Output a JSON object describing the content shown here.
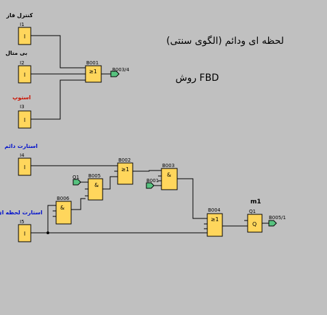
{
  "title": "لحظه ای ودائم (الگوی سنتی)",
  "method": "روش FBD",
  "colors": {
    "background": "#c0c0c0",
    "block": "#ffd65c",
    "connector": "#57c27f",
    "red_label": "#cc1100",
    "blue_label": "#0010cc"
  },
  "inputs": [
    {
      "id": "I1",
      "symbol": "I",
      "comment": "کنترل فاز"
    },
    {
      "id": "I2",
      "symbol": "I",
      "comment": "بی متال"
    },
    {
      "id": "I3",
      "symbol": "I",
      "comment": "استوپ"
    },
    {
      "id": "I4",
      "symbol": "I",
      "comment": "استارت دائم"
    },
    {
      "id": "I5",
      "symbol": "I",
      "comment": "استارت لحظه ای"
    }
  ],
  "blocks": {
    "b001": {
      "id": "B001",
      "symbol": "≥1",
      "output": "B003/4"
    },
    "b002": {
      "id": "B002",
      "symbol": "≥1"
    },
    "b003": {
      "id": "B003",
      "symbol": "&"
    },
    "b004": {
      "id": "B004",
      "symbol": "≥1"
    },
    "b005": {
      "id": "B005",
      "symbol": "&"
    },
    "b006": {
      "id": "B006",
      "symbol": "&"
    }
  },
  "connectors": {
    "q1": "Q1",
    "b001": "B001"
  },
  "output": {
    "name": "m1",
    "id": "Q1",
    "symbol": "Q",
    "target": "B005/1"
  }
}
